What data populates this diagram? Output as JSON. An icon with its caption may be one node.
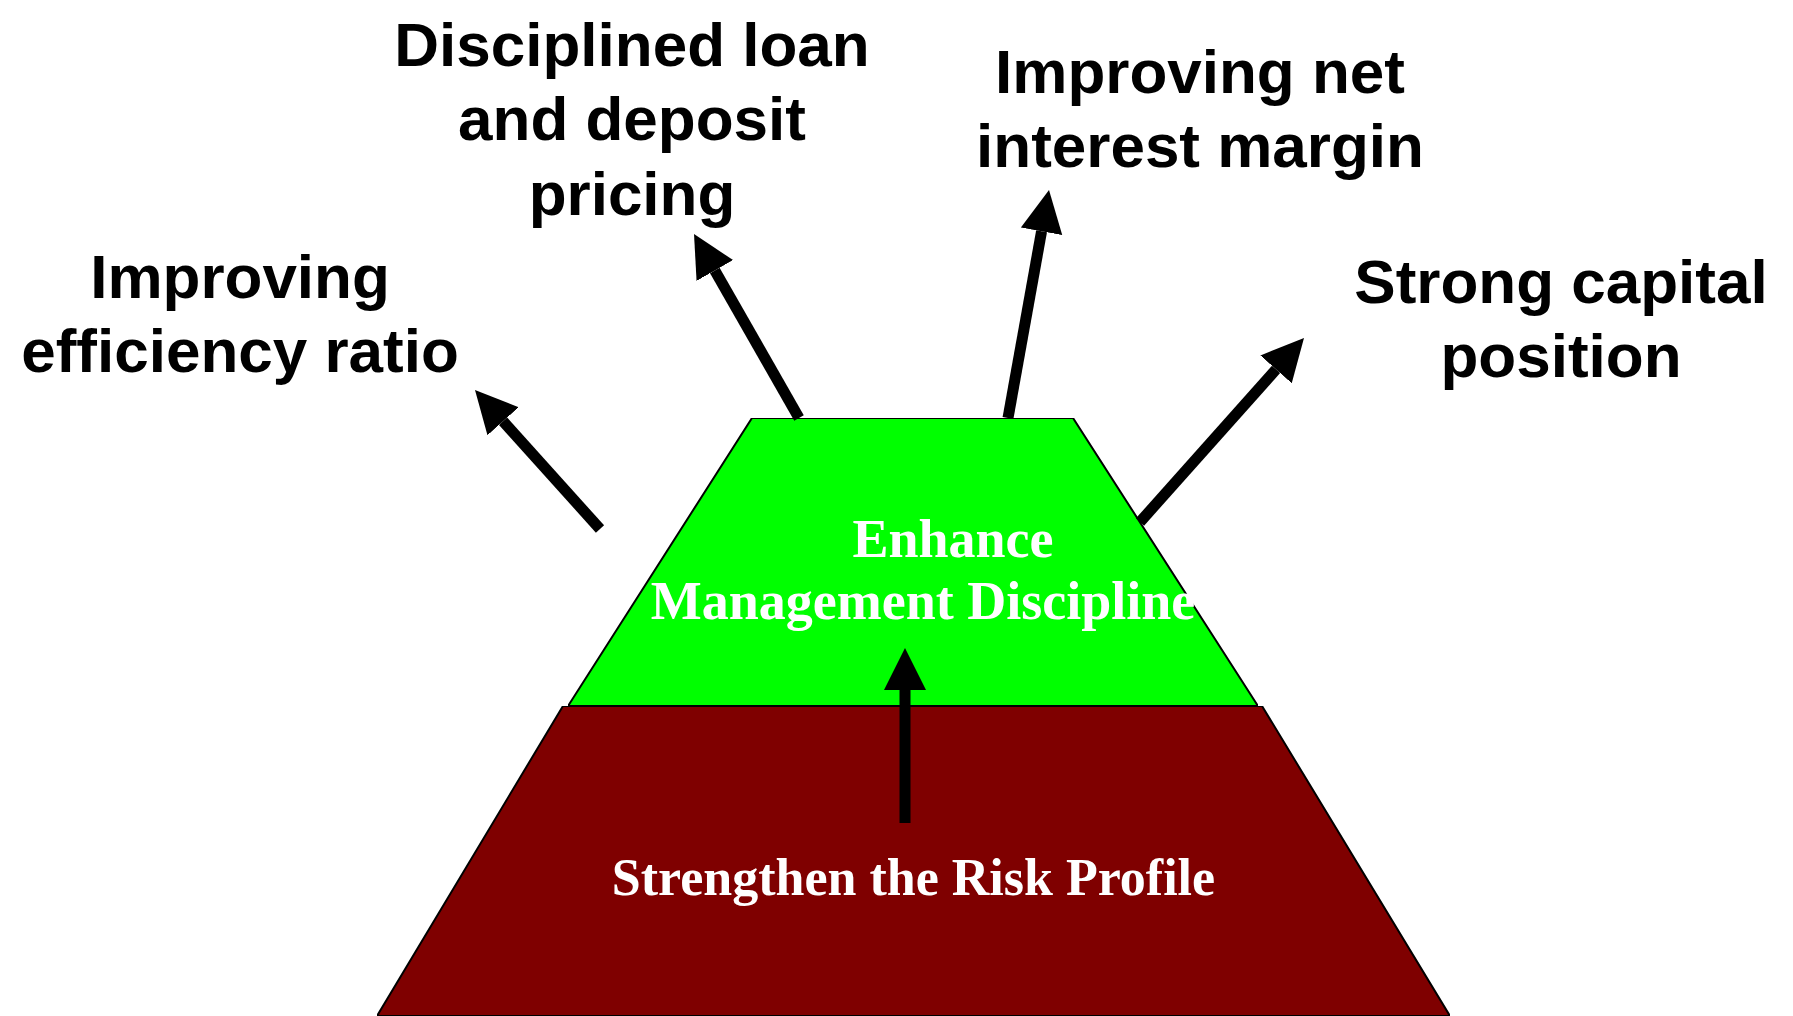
{
  "diagram": {
    "nodes": [
      {
        "text": [
          "Disciplined loan and deposit pricing"
        ]
      },
      {
        "text": [
          "Improving net interest margin"
        ]
      },
      {
        "text": [
          "Improving efficiency ratio"
        ]
      },
      {
        "text": [
          "Strong capital position"
        ]
      },
      {
        "text": [
          "Enhance Management Discipline"
        ]
      },
      {
        "text": [
          "Strengthen the Risk Profile"
        ]
      }
    ],
    "edges": [
      {
        "from": 5,
        "to": 4,
        "arrow": "to"
      },
      {
        "from": 4,
        "to": 2,
        "arrow": "to"
      },
      {
        "from": 4,
        "to": 0,
        "arrow": "to"
      },
      {
        "from": 4,
        "to": 1,
        "arrow": "to"
      },
      {
        "from": 4,
        "to": 3,
        "arrow": "to"
      }
    ]
  }
}
